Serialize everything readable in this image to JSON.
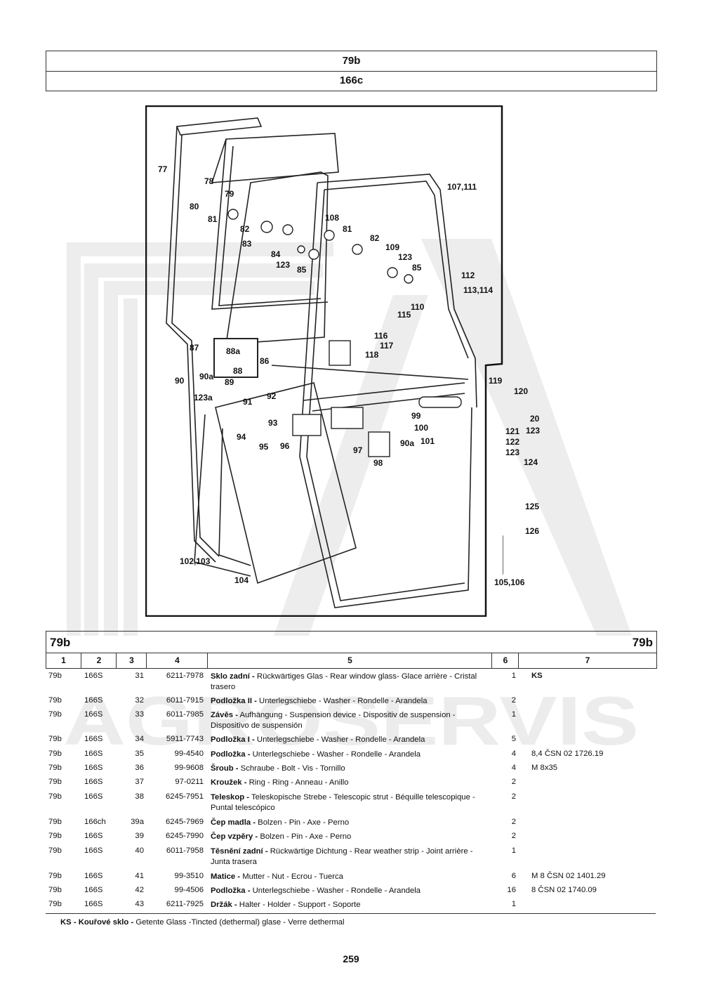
{
  "header": {
    "group": "79b",
    "model": "166c"
  },
  "watermark": {
    "text": "AGROSERVIS"
  },
  "diagram": {
    "callouts": [
      "77",
      "78",
      "79",
      "80",
      "81",
      "82",
      "83",
      "84",
      "123",
      "85",
      "108",
      "81",
      "82",
      "109",
      "123",
      "85",
      "112",
      "113,114",
      "110",
      "115",
      "107,111",
      "116",
      "117",
      "118",
      "87",
      "88a",
      "88",
      "86",
      "90",
      "90a",
      "89",
      "123a",
      "91",
      "92",
      "119",
      "120",
      "20",
      "123",
      "99",
      "100",
      "101",
      "93",
      "94",
      "95",
      "96",
      "97",
      "90a",
      "98",
      "121",
      "122",
      "123",
      "124",
      "125",
      "126",
      "102,103",
      "104",
      "105,106"
    ]
  },
  "table": {
    "title_left": "79b",
    "title_right": "79b",
    "columns": [
      "1",
      "2",
      "3",
      "4",
      "5",
      "6",
      "7"
    ],
    "rows": [
      {
        "c1": "79b",
        "c2": "166S",
        "c3": "31",
        "c4": "6211-7978",
        "name": "Sklo zadní -",
        "desc": " Rückwärtiges Glas - Rear window glass- Glace arrière - Cristal trasero",
        "c6": "1",
        "c7": "KS"
      },
      {
        "c1": "79b",
        "c2": "166S",
        "c3": "32",
        "c4": "6011-7915",
        "name": "Podložka II -",
        "desc": " Unterlegschiebe - Washer - Rondelle - Arandela",
        "c6": "2",
        "c7": ""
      },
      {
        "c1": "79b",
        "c2": "166S",
        "c3": "33",
        "c4": "6011-7985",
        "name": "Závěs -",
        "desc": " Aufhängung - Suspension device - Dispositiv de suspension - Dispositivo de suspensión",
        "c6": "1",
        "c7": ""
      },
      {
        "c1": "79b",
        "c2": "166S",
        "c3": "34",
        "c4": "5911-7743",
        "name": "Podložka I -",
        "desc": " Unterlegschiebe - Washer - Rondelle - Arandela",
        "c6": "5",
        "c7": ""
      },
      {
        "c1": "79b",
        "c2": "166S",
        "c3": "35",
        "c4": "99-4540",
        "name": "Podložka -",
        "desc": " Unterlegschiebe - Washer - Rondelle - Arandela",
        "c6": "4",
        "c7": "8,4 ČSN 02 1726.19"
      },
      {
        "c1": "79b",
        "c2": "166S",
        "c3": "36",
        "c4": "99-9608",
        "name": "Šroub -",
        "desc": " Schraube - Bolt - Vis - Tornillo",
        "c6": "4",
        "c7": "M 8x35"
      },
      {
        "c1": "79b",
        "c2": "166S",
        "c3": "37",
        "c4": "97-0211",
        "name": "Kroužek -",
        "desc": " Ring - Ring - Anneau - Anillo",
        "c6": "2",
        "c7": ""
      },
      {
        "c1": "79b",
        "c2": "166S",
        "c3": "38",
        "c4": "6245-7951",
        "name": "Teleskop -",
        "desc": " Teleskopische Strebe - Telescopic strut - Béquille telescopique - Puntal telescópico",
        "c6": "2",
        "c7": ""
      },
      {
        "c1": "79b",
        "c2": "166ch",
        "c3": "39a",
        "c4": "6245-7969",
        "name": "Čep madla -",
        "desc": " Bolzen - Pin - Axe - Perno",
        "c6": "2",
        "c7": ""
      },
      {
        "c1": "79b",
        "c2": "166S",
        "c3": "39",
        "c4": "6245-7990",
        "name": "Čep vzpěry -",
        "desc": " Bolzen - Pin - Axe - Perno",
        "c6": "2",
        "c7": ""
      },
      {
        "c1": "79b",
        "c2": "166S",
        "c3": "40",
        "c4": "6011-7958",
        "name": "Těsnění zadní -",
        "desc": " Rückwärtige Dichtung - Rear weather strip - Joint arrière - Junta trasera",
        "c6": "1",
        "c7": ""
      },
      {
        "c1": "79b",
        "c2": "166S",
        "c3": "41",
        "c4": "99-3510",
        "name": "Matice -",
        "desc": " Mutter - Nut - Ecrou - Tuerca",
        "c6": "6",
        "c7": "M 8 ČSN 02 1401.29"
      },
      {
        "c1": "79b",
        "c2": "166S",
        "c3": "42",
        "c4": "99-4506",
        "name": "Podložka -",
        "desc": " Unterlegschiebe - Washer - Rondelle - Arandela",
        "c6": "16",
        "c7": "8 ČSN 02 1740.09"
      },
      {
        "c1": "79b",
        "c2": "166S",
        "c3": "43",
        "c4": "6211-7925",
        "name": "Držák -",
        "desc": " Halter - Holder - Support - Soporte",
        "c6": "1",
        "c7": ""
      }
    ]
  },
  "footnote": {
    "code": "KS - Kouřové sklo -",
    "text": " Getente Glass -Tincted (dethermal) glase - Verre dethermal"
  },
  "page_number": "259"
}
